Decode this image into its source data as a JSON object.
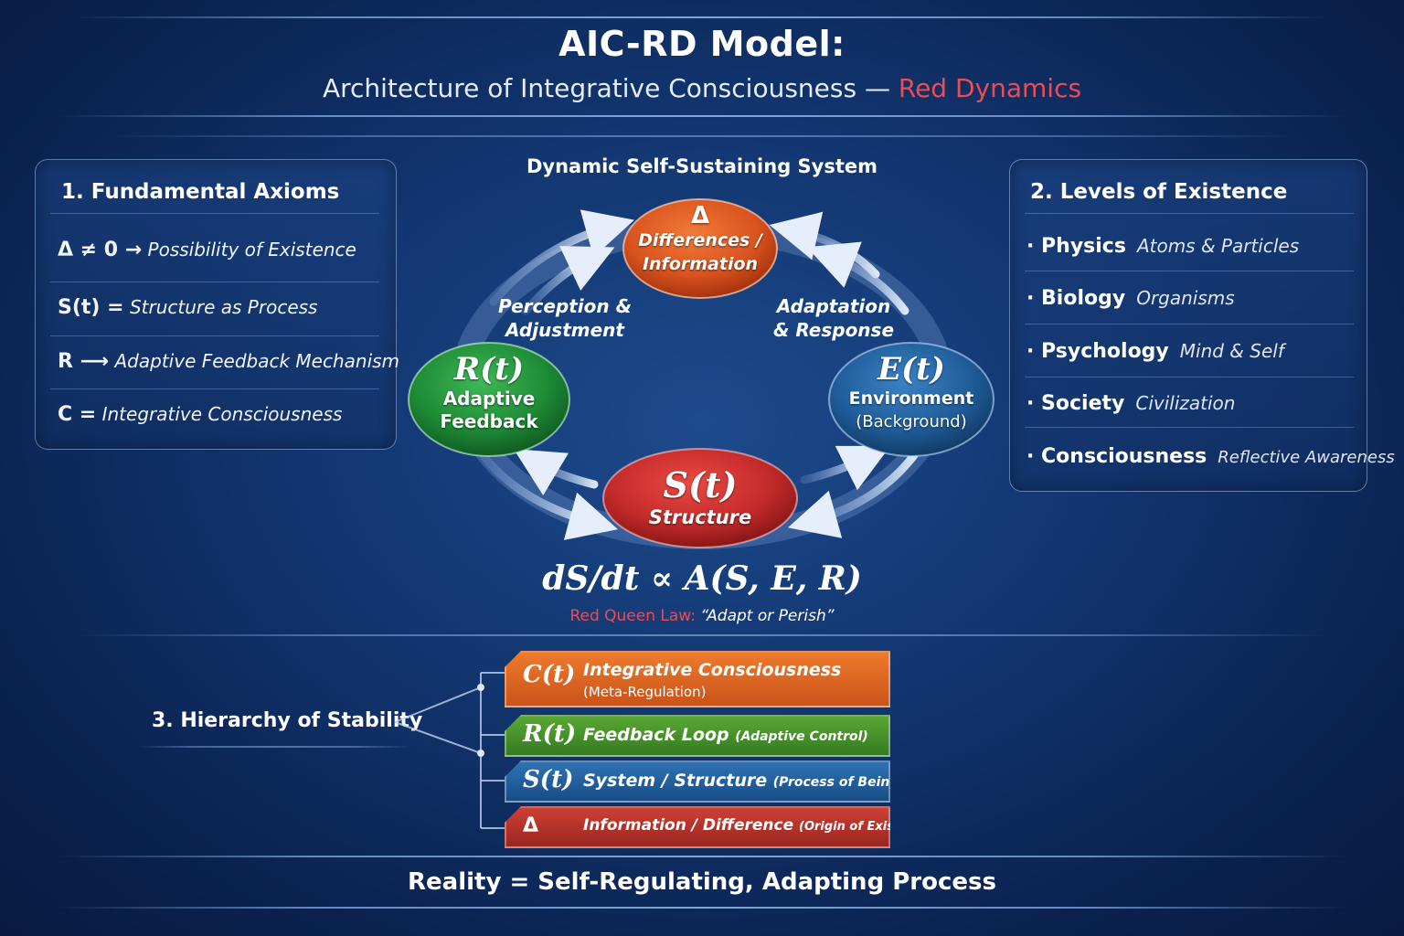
{
  "header": {
    "title": "AIC-RD Model:",
    "subtitle_main": "Architecture of Integrative Consciousness",
    "subtitle_dash": " — ",
    "subtitle_accent": "Red Dynamics"
  },
  "axioms_panel": {
    "title": "1. Fundamental Axioms",
    "items": [
      {
        "symbol": "Δ ≠ 0 →",
        "text": "Possibility of Existence"
      },
      {
        "symbol": "S(t) =",
        "text": "Structure as Process"
      },
      {
        "symbol": "R ⟶",
        "text": "Adaptive Feedback Mechanism"
      },
      {
        "symbol": "C =",
        "text": "Integrative Consciousness"
      }
    ]
  },
  "levels_panel": {
    "title": "2. Levels of Existence",
    "items": [
      {
        "name": "Physics",
        "desc": "Atoms & Particles"
      },
      {
        "name": "Biology",
        "desc": "Organisms"
      },
      {
        "name": "Psychology",
        "desc": "Mind & Self"
      },
      {
        "name": "Society",
        "desc": "Civilization"
      },
      {
        "name": "Consciousness",
        "desc": "Reflective Awareness"
      }
    ]
  },
  "cycle": {
    "title": "Dynamic Self-Sustaining System",
    "top": {
      "symbol": "Δ",
      "line1": "Differences /",
      "line2": "Information"
    },
    "left": {
      "symbol": "R(t)",
      "line1": "Adaptive",
      "line2": "Feedback"
    },
    "right": {
      "symbol": "E(t)",
      "line1": "Environment",
      "line2": "(Background)"
    },
    "bottom": {
      "symbol": "S(t)",
      "line1": "Structure"
    },
    "label_left_1": "Perception &",
    "label_left_2": "Adjustment",
    "label_right_1": "Adaptation",
    "label_right_2": "& Response",
    "colors": {
      "top": "#d9531e",
      "left": "#1e8a35",
      "right": "#1f5c99",
      "bottom": "#c22a2a"
    }
  },
  "formula": {
    "equation": "dS/dt ∝ A(S, E, R)",
    "law_label": "Red Queen Law:",
    "law_text": " “Adapt or Perish”"
  },
  "hierarchy": {
    "title": "3. Hierarchy of Stability",
    "bars": [
      {
        "symbol": "C(t)",
        "label": "Integrative Consciousness",
        "sub": "(Meta-Regulation)",
        "color": "#d9651a"
      },
      {
        "symbol": "R(t)",
        "label": "Feedback Loop",
        "sub": "(Adaptive Control)",
        "color": "#3f8a28"
      },
      {
        "symbol": "S(t)",
        "label": "System / Structure",
        "sub": "(Process of Being)",
        "color": "#1f5a96"
      },
      {
        "symbol": "Δ",
        "label": "Information / Difference",
        "sub": "(Origin of Existence)",
        "color": "#b8322a"
      }
    ]
  },
  "footer": {
    "text": "Reality = Self-Regulating, Adapting Process"
  }
}
